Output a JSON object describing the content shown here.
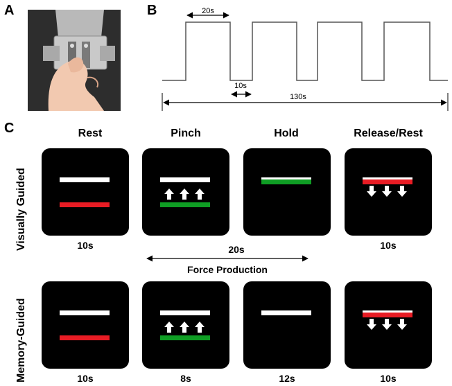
{
  "panels": {
    "a": "A",
    "b": "B",
    "c": "C"
  },
  "waveform": {
    "on_duration": "20s",
    "off_duration": "10s",
    "total_duration": "130s"
  },
  "columns": [
    "Rest",
    "Pinch",
    "Hold",
    "Release/Rest"
  ],
  "rows": {
    "visual": "Visually Guided",
    "memory": "Memory-Guided"
  },
  "visual_durations": {
    "rest": "10s",
    "force": "20s",
    "release": "10s"
  },
  "force_production_label": "Force Production",
  "memory_durations": [
    "10s",
    "8s",
    "12s",
    "10s"
  ],
  "colors": {
    "target_bar": "#ffffff",
    "rest_bar": "#e81c24",
    "force_bar": "#0f9d24",
    "screen": "#000000"
  },
  "photo": {
    "subject": "hand-pinching-force-transducer"
  }
}
